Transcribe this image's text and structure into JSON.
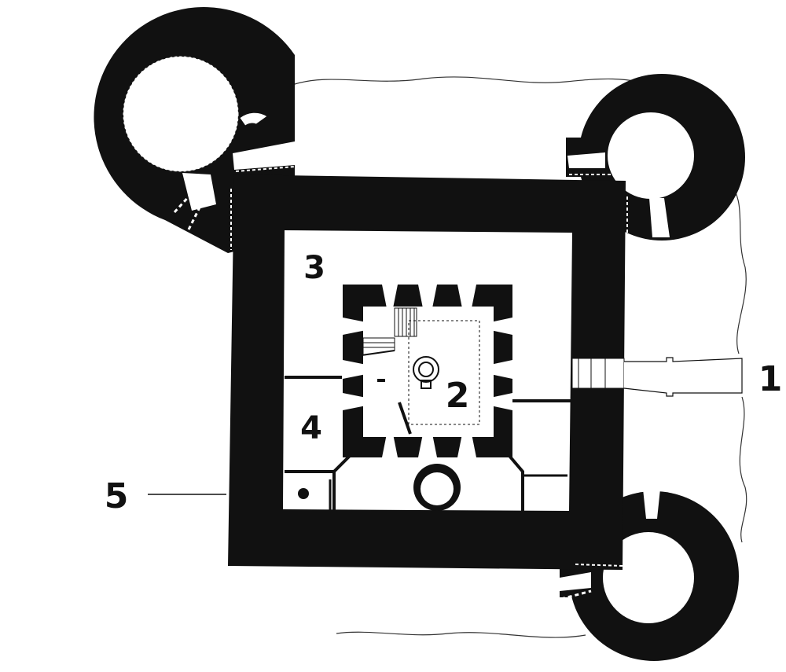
{
  "labels": {
    "entrance": "1",
    "inner_court": "2",
    "outer_court": "3",
    "room": "4",
    "well_room": "5"
  },
  "colors": {
    "wall": "#111111",
    "background": "#ffffff",
    "outline": "#333333"
  }
}
